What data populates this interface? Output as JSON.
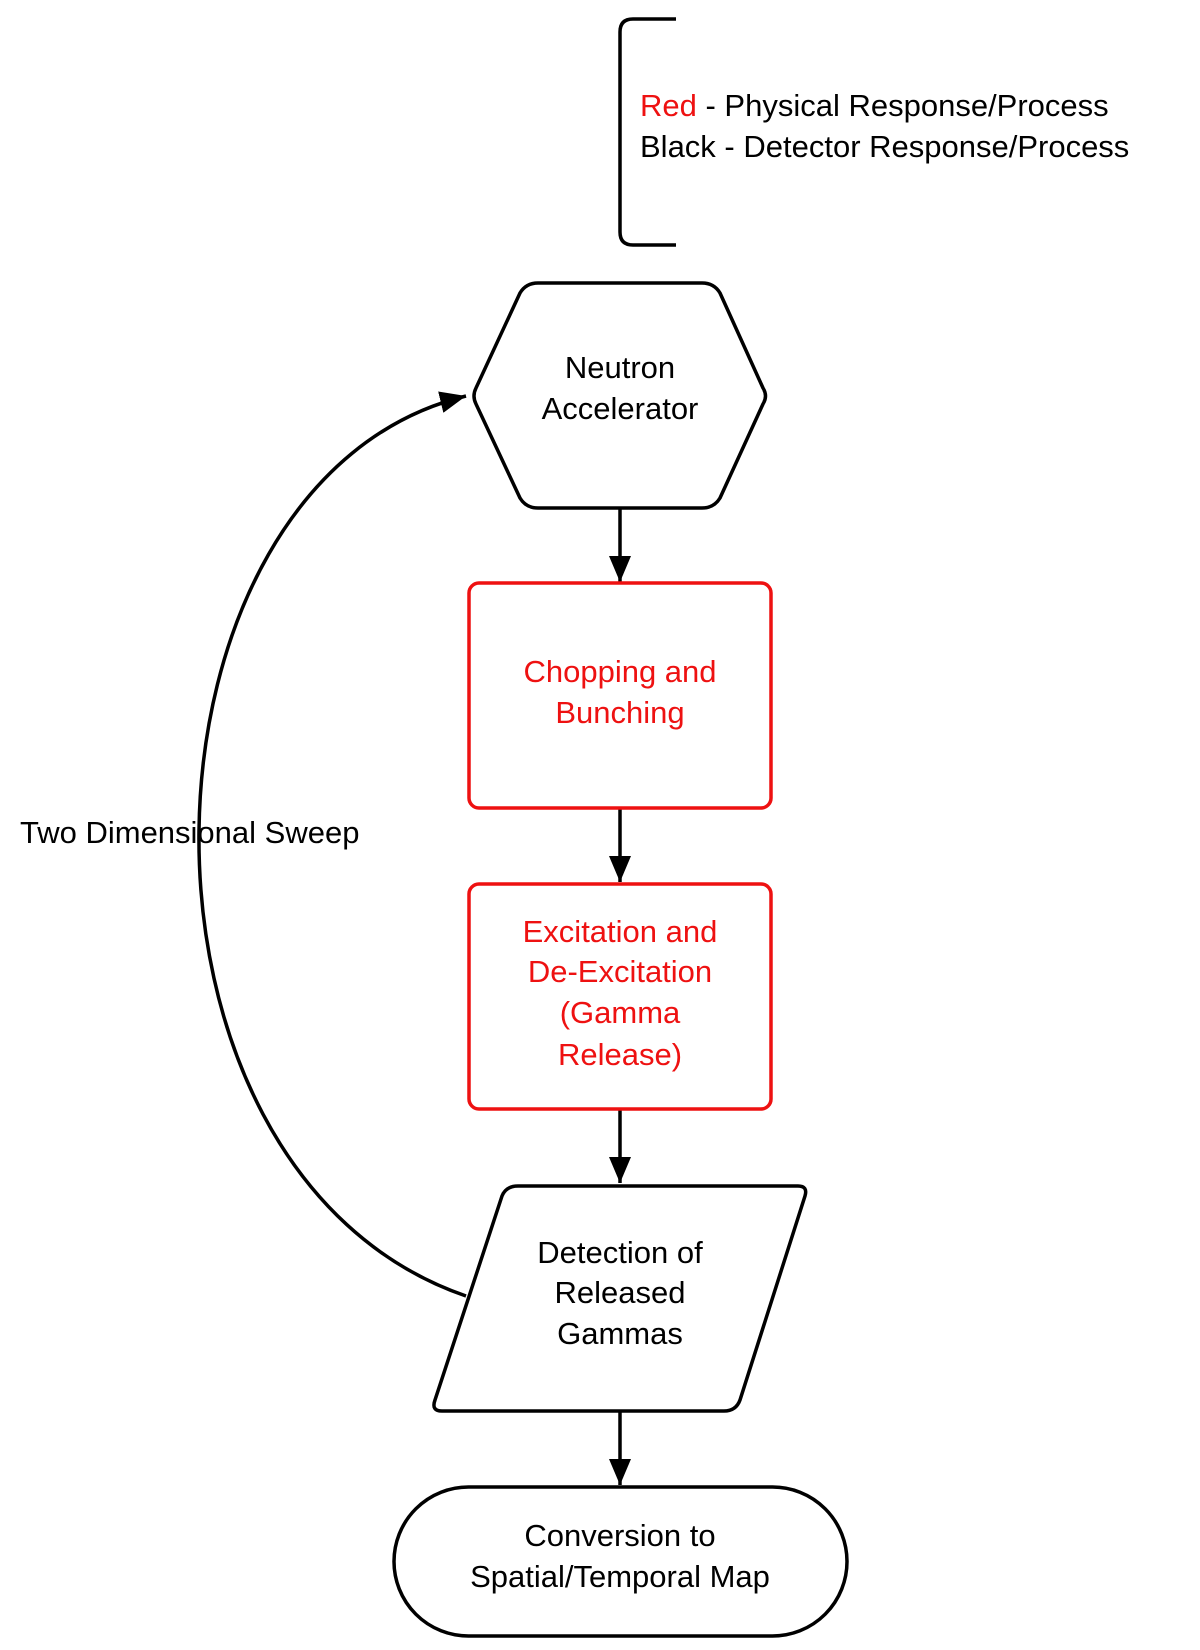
{
  "colors": {
    "physical": "#ee1111",
    "detector": "#000000",
    "background": "#ffffff"
  },
  "legend": {
    "red_word": "Red",
    "red_rest": " - Physical Response/Process",
    "black_line": "Black - Detector Response/Process"
  },
  "nodes": {
    "accelerator": {
      "shape": "hexagon",
      "category": "detector",
      "lines": [
        "Neutron",
        "Accelerator"
      ]
    },
    "chopping": {
      "shape": "rectangle",
      "category": "physical",
      "lines": [
        "Chopping and",
        "Bunching"
      ]
    },
    "excitation": {
      "shape": "rectangle",
      "category": "physical",
      "lines": [
        "Excitation and",
        "De-Excitation",
        "(Gamma",
        "Release)"
      ]
    },
    "detection": {
      "shape": "parallelogram",
      "category": "detector",
      "lines": [
        "Detection of",
        "Released",
        "Gammas"
      ]
    },
    "conversion": {
      "shape": "terminator",
      "category": "detector",
      "lines": [
        "Conversion to",
        "Spatial/Temporal Map"
      ]
    }
  },
  "edges": [
    {
      "from": "accelerator",
      "to": "chopping"
    },
    {
      "from": "chopping",
      "to": "excitation"
    },
    {
      "from": "excitation",
      "to": "detection"
    },
    {
      "from": "detection",
      "to": "conversion"
    },
    {
      "from": "detection",
      "to": "accelerator",
      "label": "Two Dimensional Sweep"
    }
  ],
  "loop_label": "Two Dimensional Sweep"
}
